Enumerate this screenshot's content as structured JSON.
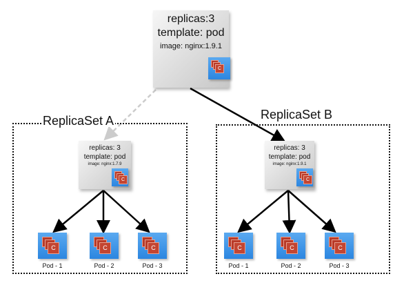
{
  "deployment": {
    "replicas": "replicas:3",
    "template": "template: pod",
    "image": "image: nginx:1.9.1",
    "container_glyph": "C"
  },
  "replicasets": [
    {
      "title": "ReplicaSet A",
      "config": {
        "replicas": "replicas: 3",
        "template": "template: pod",
        "image": "image: nginx:1.7.9",
        "container_glyph": "C"
      },
      "pods": [
        {
          "label": "Pod - 1",
          "glyph": "C"
        },
        {
          "label": "Pod - 2",
          "glyph": "C"
        },
        {
          "label": "Pod - 3",
          "glyph": "C"
        }
      ]
    },
    {
      "title": "ReplicaSet B",
      "config": {
        "replicas": "replicas: 3",
        "template": "template: pod",
        "image": "image: nginx:1.9.1",
        "container_glyph": "C"
      },
      "pods": [
        {
          "label": "Pod - 1",
          "glyph": "C"
        },
        {
          "label": "Pod - 2",
          "glyph": "C"
        },
        {
          "label": "Pod - 3",
          "glyph": "C"
        }
      ]
    }
  ],
  "colors": {
    "pod_blue": "#2c86e0",
    "container_red": "#b83a28",
    "old_link": "#cccccc",
    "active_link": "#000000"
  }
}
